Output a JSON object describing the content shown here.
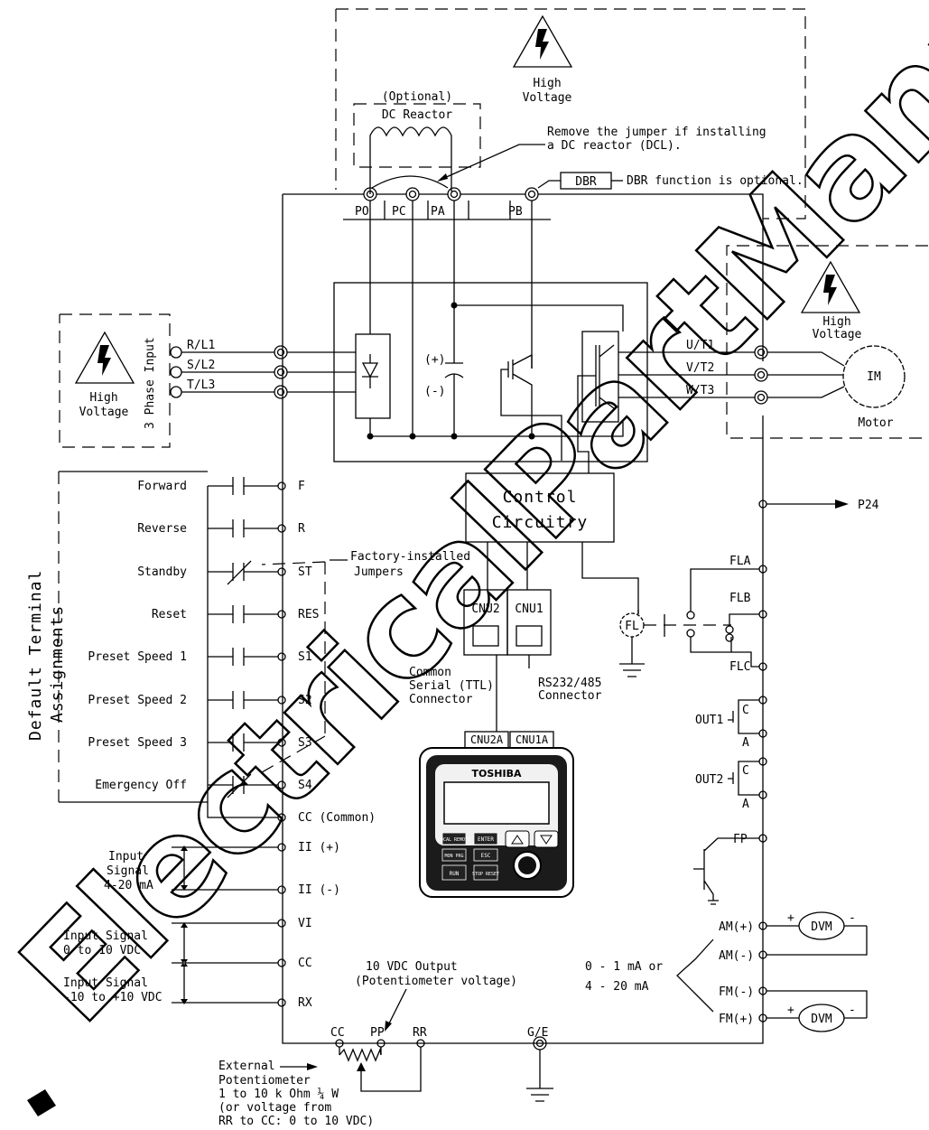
{
  "warnings": {
    "high_voltage_label": [
      "High",
      "Voltage"
    ]
  },
  "dc_section": {
    "optional_label": "(Optional)",
    "reactor_label": "DC Reactor",
    "jumper_note_line1": "Remove the jumper if installing",
    "jumper_note_line2": "a DC reactor (DCL).",
    "dbr_box": "DBR",
    "dbr_note": "DBR function is optional.",
    "terminals": [
      "PO",
      "PC",
      "PA",
      "PB"
    ]
  },
  "input": {
    "label": "3 Phase Input",
    "terminals": [
      "R/L1",
      "S/L2",
      "T/L3"
    ]
  },
  "output": {
    "terminals": [
      "U/T1",
      "V/T2",
      "W/T3"
    ],
    "motor_symbol": "IM",
    "motor_label": "Motor"
  },
  "dc_bus": {
    "plus": "(+)",
    "minus": "(-)"
  },
  "control": {
    "line1": "Control",
    "line2": "Circuitry",
    "p24": "P24",
    "connectors": [
      "CNU2",
      "CNU1"
    ],
    "common_serial": [
      "Common",
      "Serial (TTL)",
      "Connector"
    ],
    "rs232": [
      "RS232/485",
      "Connector"
    ]
  },
  "assignments": {
    "side_title_line1": "Default Terminal",
    "side_title_line2": "Assignments",
    "jumpers_label_line1": "Factory-installed",
    "jumpers_label_line2": "Jumpers",
    "items": [
      {
        "name": "Forward",
        "terminal": "F"
      },
      {
        "name": "Reverse",
        "terminal": "R"
      },
      {
        "name": "Standby",
        "terminal": "ST"
      },
      {
        "name": "Reset",
        "terminal": "RES"
      },
      {
        "name": "Preset Speed 1",
        "terminal": "S1"
      },
      {
        "name": "Preset Speed 2",
        "terminal": "S2"
      },
      {
        "name": "Preset Speed 3",
        "terminal": "S3"
      },
      {
        "name": "Emergency Off",
        "terminal": "S4"
      }
    ],
    "common": "CC (Common)"
  },
  "analog_inputs": {
    "ii_plus": "II (+)",
    "ii_minus": "II (-)",
    "vi": "VI",
    "cc": "CC",
    "rx": "RX",
    "current_signal": [
      "Input",
      "Signal",
      "4-20 mA"
    ],
    "voltage_signal": [
      "Input Signal",
      "0 to 10 VDC"
    ],
    "bipolar_signal": [
      "Input Signal",
      "-10 to +10 VDC"
    ]
  },
  "potentiometer": {
    "output_label_line1": "10 VDC Output",
    "output_label_line2": "(Potentiometer voltage)",
    "terminals": [
      "CC",
      "PP",
      "RR"
    ],
    "ground": "G/E",
    "note": [
      "External",
      "Potentiometer",
      "1 to 10 k Ohm ¼ W",
      "(or voltage from",
      "RR to CC: 0 to 10 VDC)"
    ]
  },
  "relay_outputs": {
    "fl_symbol": "FL",
    "fla": "FLA",
    "flb": "FLB",
    "flc": "FLC",
    "out1": "OUT1",
    "out2": "OUT2",
    "c": "C",
    "a": "A",
    "fp": "FP"
  },
  "meters": {
    "am_plus": "AM(+)",
    "am_minus": "AM(-)",
    "fm_minus": "FM(-)",
    "fm_plus": "FM(+)",
    "dvm": "DVM",
    "plus_sign": "+",
    "minus_sign": "-",
    "range_line1": "0 - 1 mA or",
    "range_line2": "4 - 20 mA"
  },
  "keypad": {
    "connector_a": "CNU2A",
    "connector_b": "CNU1A",
    "brand": "TOSHIBA",
    "keys": [
      "LOCAL REMOTE",
      "ENTER",
      "MON PRG",
      "ESC",
      "RUN",
      "STOP RESET"
    ]
  },
  "watermark": "ElectricalPartManuals"
}
